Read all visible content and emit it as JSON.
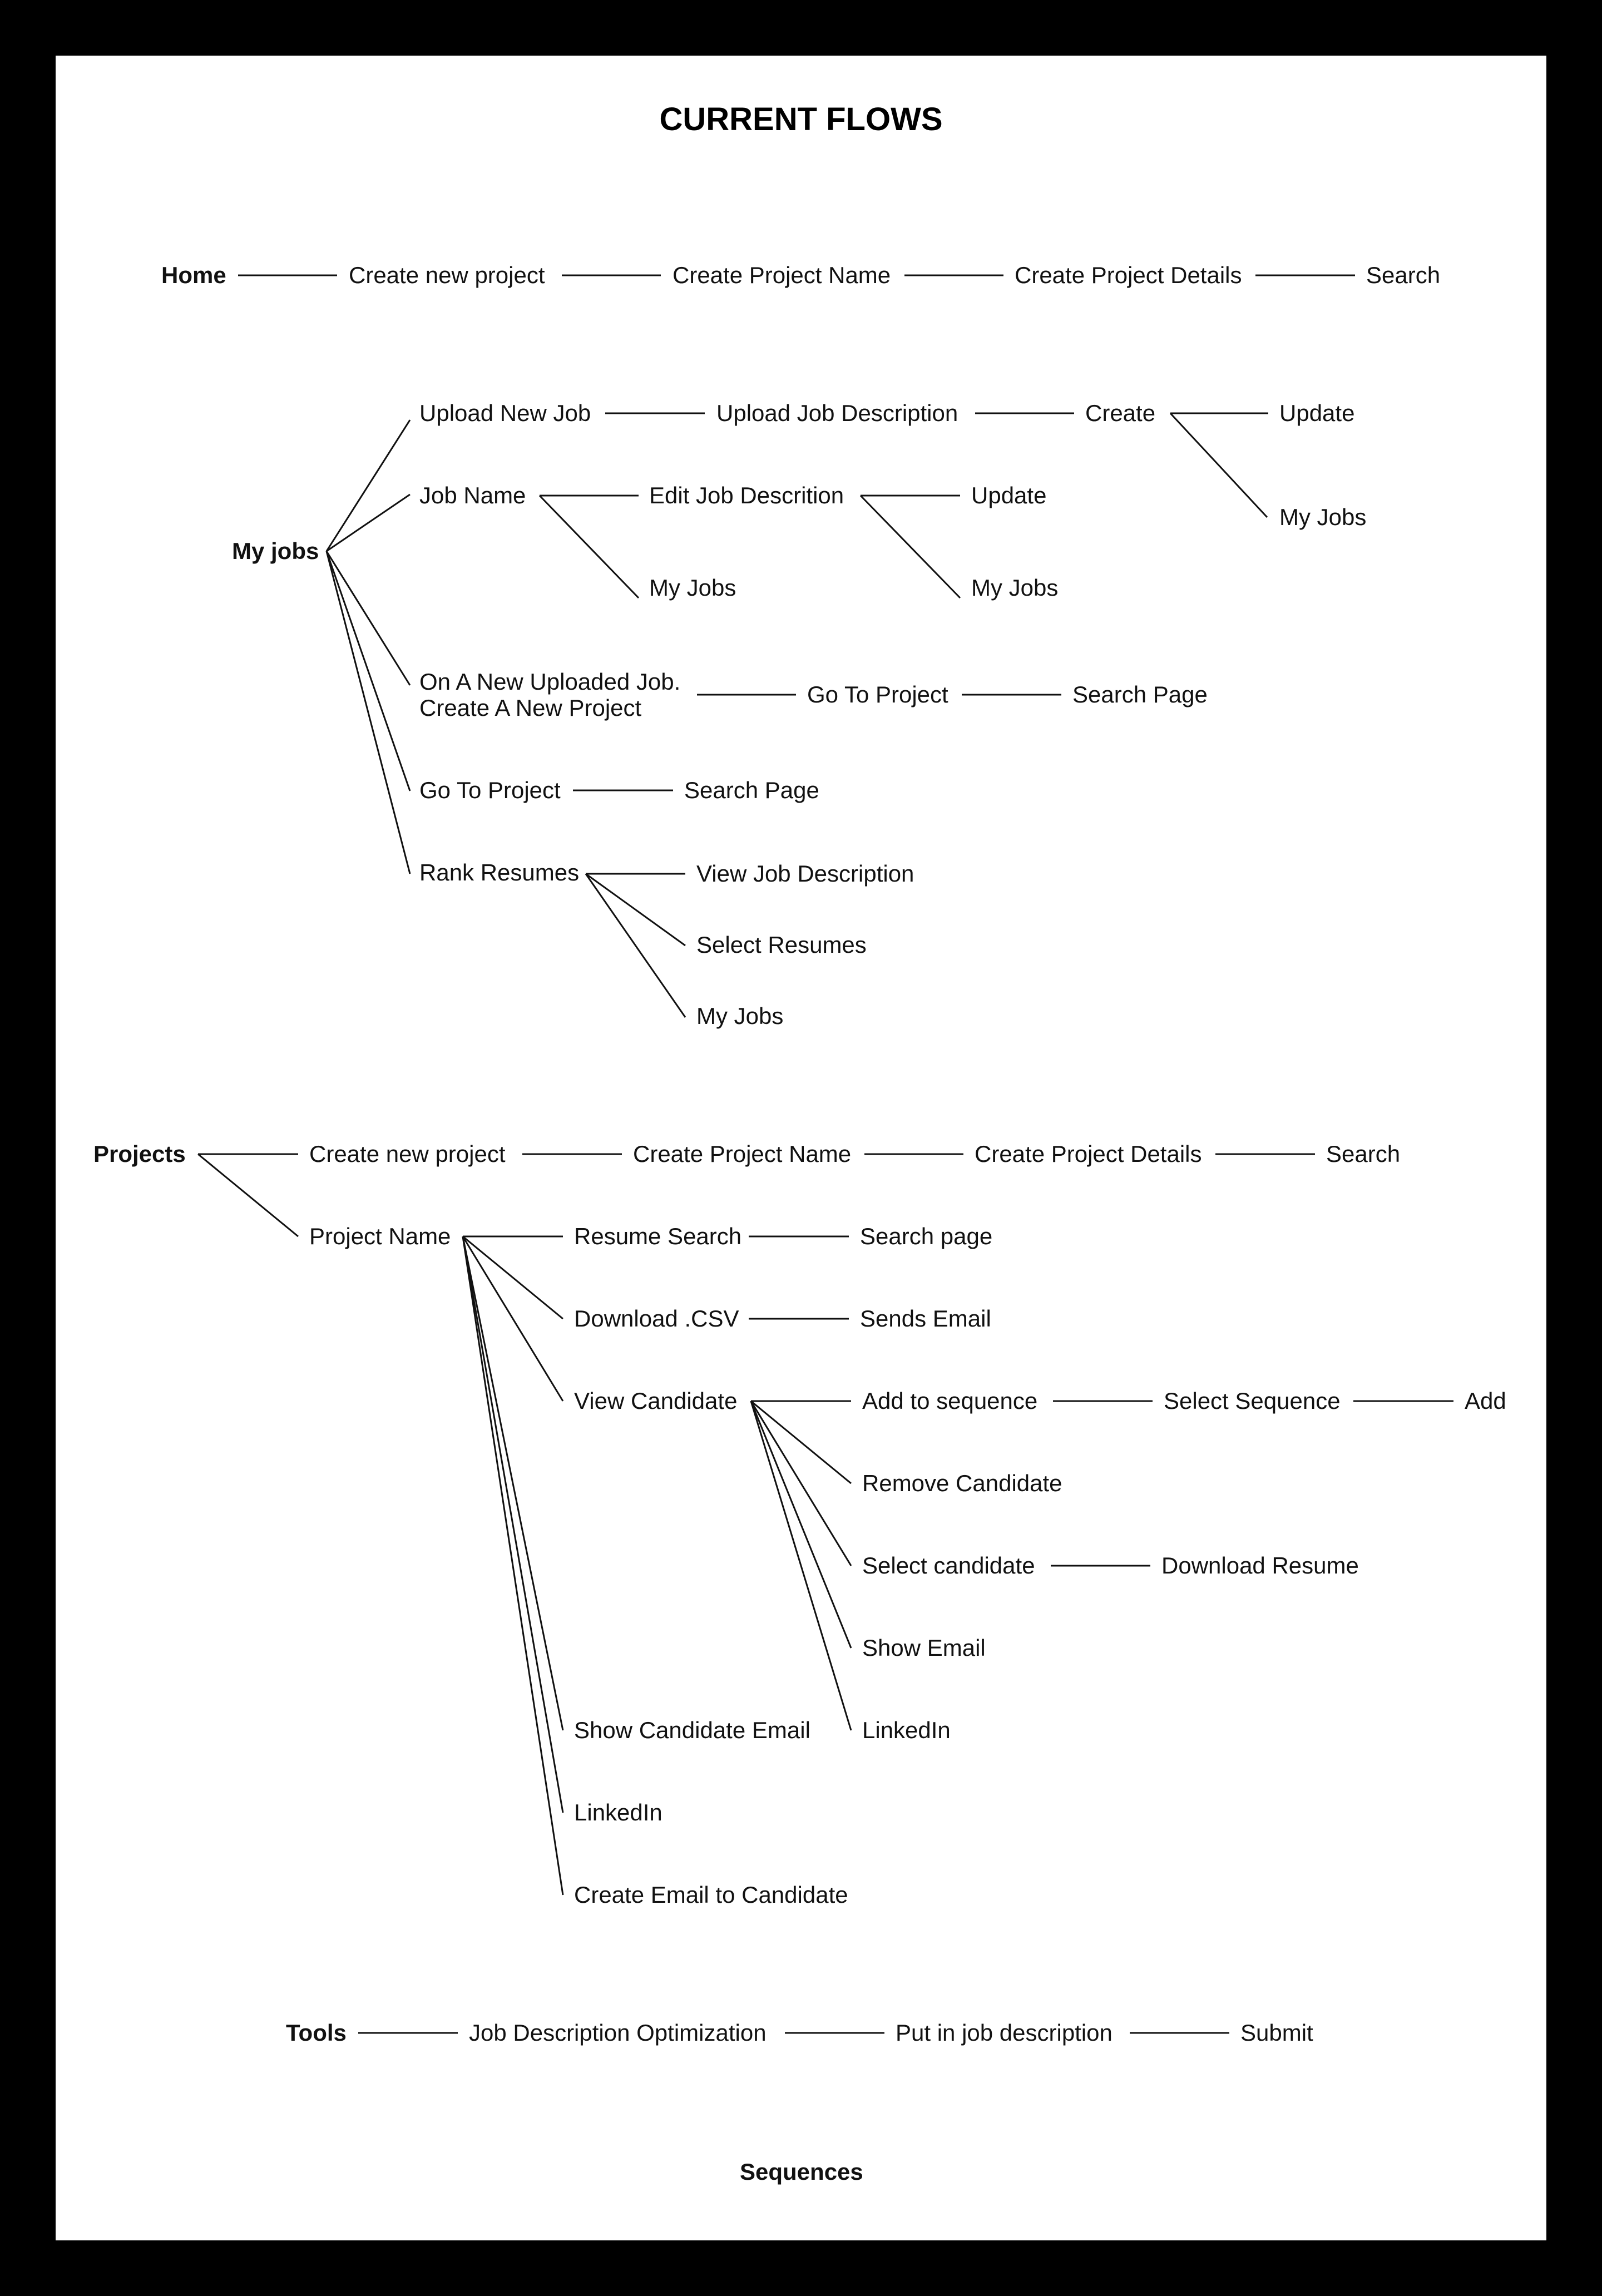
{
  "title": "CURRENT FLOWS",
  "nodes": {
    "home": "Home",
    "home_create_project": "Create new project",
    "home_project_name": "Create Project Name",
    "home_project_details": "Create Project Details",
    "home_search": "Search",
    "myjobs": "My jobs",
    "upload_new_job": "Upload New Job",
    "upload_job_desc": "Upload Job Description",
    "create": "Create",
    "create_update": "Update",
    "create_myjobs": "My Jobs",
    "job_name": "Job Name",
    "edit_job_desc": "Edit Job Descrition",
    "jobname_myjobs": "My Jobs",
    "edit_update": "Update",
    "edit_myjobs": "My Jobs",
    "new_uploaded_1": "On A New Uploaded Job.",
    "new_uploaded_2": "Create A New Project",
    "new_go_project": "Go To Project",
    "new_search_page": "Search Page",
    "go_to_project": "Go To Project",
    "go_search_page": "Search Page",
    "rank_resumes": "Rank Resumes",
    "view_job_desc": "View Job Description",
    "select_resumes": "Select Resumes",
    "rank_myjobs": "My Jobs",
    "projects": "Projects",
    "proj_create_project": "Create new project",
    "proj_project_name": "Create Project Name",
    "proj_project_details": "Create Project Details",
    "proj_search": "Search",
    "project_name": "Project Name",
    "resume_search": "Resume Search",
    "search_page_lc": "Search page",
    "download_csv": "Download .CSV",
    "sends_email": "Sends Email",
    "view_candidate": "View Candidate",
    "add_to_sequence": "Add to sequence",
    "select_sequence": "Select Sequence",
    "add": "Add",
    "remove_candidate": "Remove Candidate",
    "select_candidate": "Select candidate",
    "download_resume": "Download Resume",
    "show_email": "Show Email",
    "vc_linkedin": "LinkedIn",
    "show_candidate_email": "Show Candidate Email",
    "pn_linkedin": "LinkedIn",
    "create_email": "Create Email to Candidate",
    "tools": "Tools",
    "jd_optimization": "Job Description Optimization",
    "put_in_jd": "Put in job description",
    "submit": "Submit",
    "sequences": "Sequences"
  }
}
